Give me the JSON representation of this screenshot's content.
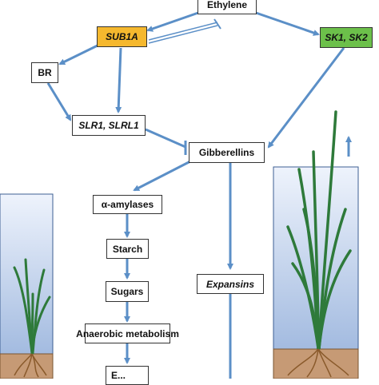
{
  "nodes": {
    "ethylene": "Ethylene",
    "sub1a": "SUB1A",
    "sk": "SK1, SK2",
    "br": "BR",
    "slr": "SLR1, SLRL1",
    "gibberellins": "Gibberellins",
    "amylases": "α-amylases",
    "starch": "Starch",
    "sugars": "Sugars",
    "anaerobic": "Anaerobic metabolism",
    "expansins": "Expansins",
    "energy_partial": "E..."
  },
  "colors": {
    "arrow": "#5b8fc7",
    "sub1a_fill": "#f5b82e",
    "sk_fill": "#6cc04a",
    "water_top": "#e9f0fb",
    "water_bottom": "#a9bfe0",
    "soil": "#c69a75",
    "plant": "#2e7a3a",
    "root": "#8a5a2b"
  }
}
